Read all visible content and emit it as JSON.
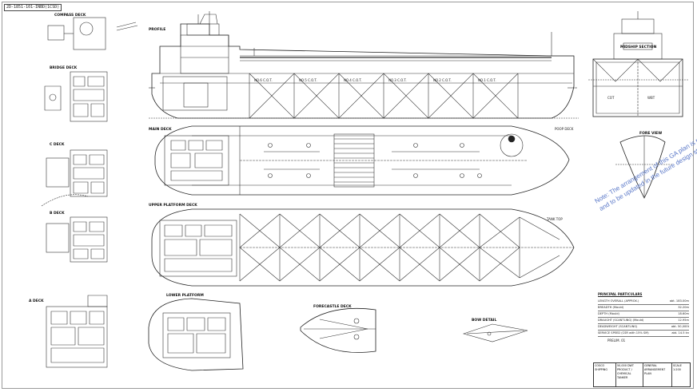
{
  "sheet_id": "2D-1851-101-INBD(1CSD)",
  "note_text_line1": "Note: The arrangement of this GA plan is preliminary",
  "note_text_line2": "and to be updated in the future design stage.",
  "principal_title": "PRINCIPAL PARTICULARS",
  "principal_rows": [
    {
      "k": "LENGTH OVERALL (APPROX.)",
      "v": "abt. 183.00m"
    },
    {
      "k": "BREADTH (Mould)",
      "v": "32.20m"
    },
    {
      "k": "DEPTH (Mould)",
      "v": "18.60m"
    },
    {
      "k": "DRAUGHT (SCANTLING) (Mould)",
      "v": "12.95m"
    },
    {
      "k": "DEADWEIGHT (SCANTLING)",
      "v": "abt. 50,000t"
    },
    {
      "k": "SERVICE SPEED (CSR with 15% SM)",
      "v": "abt. 14.5 kn"
    }
  ],
  "revision_tag": "PRELIM. 01",
  "title_block": {
    "yard": "COSCO SHIPPING",
    "project": "50,000 DWT PRODUCT / CHEMICAL TANKER",
    "drawing": "GENERAL ARRANGEMENT PLAN",
    "scale": "SCALE 1:200"
  },
  "views": {
    "profile": "PROFILE",
    "main_deck": "MAIN DECK",
    "upper_platform": "UPPER PLATFORM DECK",
    "section": "MIDSHIP SECTION",
    "fore_view": "FORE VIEW",
    "compass_deck": "COMPASS DECK",
    "bridge_deck": "BRIDGE DECK",
    "deck_c": "C DECK",
    "deck_b": "B DECK",
    "deck_a": "A DECK",
    "poop_deck": "POOP DECK",
    "lower_platform": "LOWER PLATFORM",
    "tank_top": "TANK TOP",
    "forecastle": "FORECASTLE DECK",
    "bow_detail": "BOW DETAIL",
    "no6_cot": "COT",
    "ballast": "WBT"
  },
  "tank_labels": [
    "NO.6 C.O.T.",
    "NO.5 C.O.T.",
    "NO.4 C.O.T.",
    "NO.3 C.O.T.",
    "NO.2 C.O.T.",
    "NO.1 C.O.T."
  ]
}
